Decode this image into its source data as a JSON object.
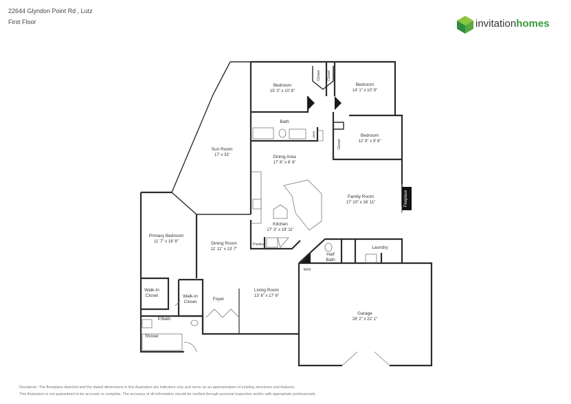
{
  "header": {
    "address": "22644 Glyndon Point Rd , Lutz",
    "floor": "First Floor"
  },
  "logo": {
    "word1": "invitation",
    "word2": "homes",
    "icon": "cube-logo-icon",
    "accent": "#3a9a3a"
  },
  "rooms": {
    "bedroom1": {
      "name": "Bedroom",
      "dims": "15' 3\" x 10' 8\""
    },
    "bedroom2": {
      "name": "Bedroom",
      "dims": "14' 1\" x 10' 9\""
    },
    "bedroom3": {
      "name": "Bedroom",
      "dims": "12' 9\" x 9' 6\""
    },
    "closet1": "Closet",
    "closet2": "Closet",
    "closet3": "Closet",
    "bath": "Bath",
    "linen": "Linen",
    "sunroom": {
      "name": "Sun Room",
      "dims": "17' x 33'"
    },
    "dining_area": {
      "name": "Dining Area",
      "dims": "17' 6\" x 6' 8\""
    },
    "family": {
      "name": "Family Room",
      "dims": "17' 10\" x 16' 11\""
    },
    "fireplace": "Fireplace",
    "kitchen": {
      "name": "Kitchen",
      "dims": "17' 3\" x 19' 11\""
    },
    "pantry": "Pantry",
    "primary": {
      "name": "Primary Bedroom",
      "dims": "11' 7\" x 18' 8\""
    },
    "dining_room": {
      "name": "Dining Room",
      "dims": "11' 11\" x 13' 7\""
    },
    "half_bath": {
      "line1": "Half",
      "line2": "Bath"
    },
    "laundry": "Laundry",
    "wh": "W/H",
    "walkin1": {
      "line1": "Walk-In",
      "line2": "Closet"
    },
    "walkin2": {
      "line1": "Walk-In",
      "line2": "Closet"
    },
    "foyer": "Foyer",
    "living": {
      "name": "Living Room",
      "dims": "13' 8\" x 17' 6\""
    },
    "garage": {
      "name": "Garage",
      "dims": "28' 2\" x 22' 1\""
    },
    "pbath": "P.Bath",
    "shower": "Shower"
  },
  "disclaimer": {
    "line1": "Disclaimer: The floorplans depicted and the stated dimensions in this illustration are indicative only and serve as an approximation of existing structures and features.",
    "line2": "This illustration is not guaranteed to be accurate or complete. The accuracy of all information should be verified through personal inspection and/or with appropriate professionals."
  }
}
